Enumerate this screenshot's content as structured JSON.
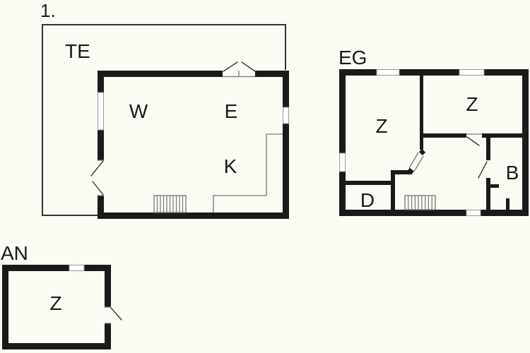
{
  "canvas": {
    "colors": {
      "bg": "#fbfaf3",
      "wall": "#1a1a1a",
      "thin": "#777777",
      "swing": "#3a3a3a",
      "outline": "#333333",
      "frame": "#999999",
      "ink": "#1a1a1a"
    }
  },
  "floor1": {
    "title": "1.",
    "terrace": "TE",
    "room_w": "W",
    "room_e": "E",
    "room_k": "K"
  },
  "eg": {
    "title": "EG",
    "room_z1": "Z",
    "room_z2": "Z",
    "room_b": "B",
    "room_d": "D"
  },
  "an": {
    "title": "AN",
    "room_z": "Z"
  }
}
